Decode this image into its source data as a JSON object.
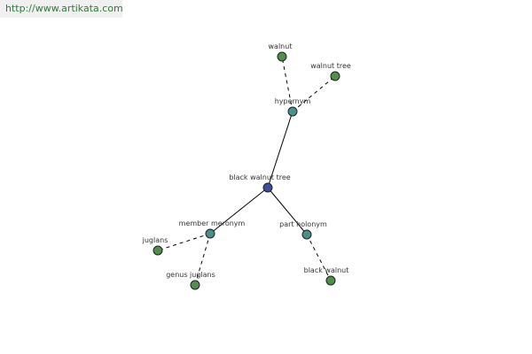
{
  "watermark": {
    "text": "http://www.artikata.com"
  },
  "colors": {
    "center": "#3b4e9c",
    "relation": "#4a8f8c",
    "leaf": "#4f8f4a",
    "edge": "#000000"
  },
  "nodes": [
    {
      "id": "center",
      "label": "black walnut tree",
      "kind": "center"
    },
    {
      "id": "hypernym",
      "label": "hypernym",
      "kind": "relation"
    },
    {
      "id": "member_meronym",
      "label": "member meronym",
      "kind": "relation"
    },
    {
      "id": "part_holonym",
      "label": "part holonym",
      "kind": "relation"
    },
    {
      "id": "walnut",
      "label": "walnut",
      "kind": "leaf"
    },
    {
      "id": "walnut_tree",
      "label": "walnut tree",
      "kind": "leaf"
    },
    {
      "id": "juglans",
      "label": "juglans",
      "kind": "leaf"
    },
    {
      "id": "genus_juglans",
      "label": "genus juglans",
      "kind": "leaf"
    },
    {
      "id": "black_walnut",
      "label": "black walnut",
      "kind": "leaf"
    }
  ],
  "edges": [
    {
      "from": "center",
      "to": "hypernym",
      "style": "solid"
    },
    {
      "from": "center",
      "to": "member_meronym",
      "style": "solid"
    },
    {
      "from": "center",
      "to": "part_holonym",
      "style": "solid"
    },
    {
      "from": "hypernym",
      "to": "walnut",
      "style": "dashed"
    },
    {
      "from": "hypernym",
      "to": "walnut_tree",
      "style": "dashed"
    },
    {
      "from": "member_meronym",
      "to": "juglans",
      "style": "dashed"
    },
    {
      "from": "member_meronym",
      "to": "genus_juglans",
      "style": "dashed"
    },
    {
      "from": "part_holonym",
      "to": "black_walnut",
      "style": "dashed"
    }
  ]
}
